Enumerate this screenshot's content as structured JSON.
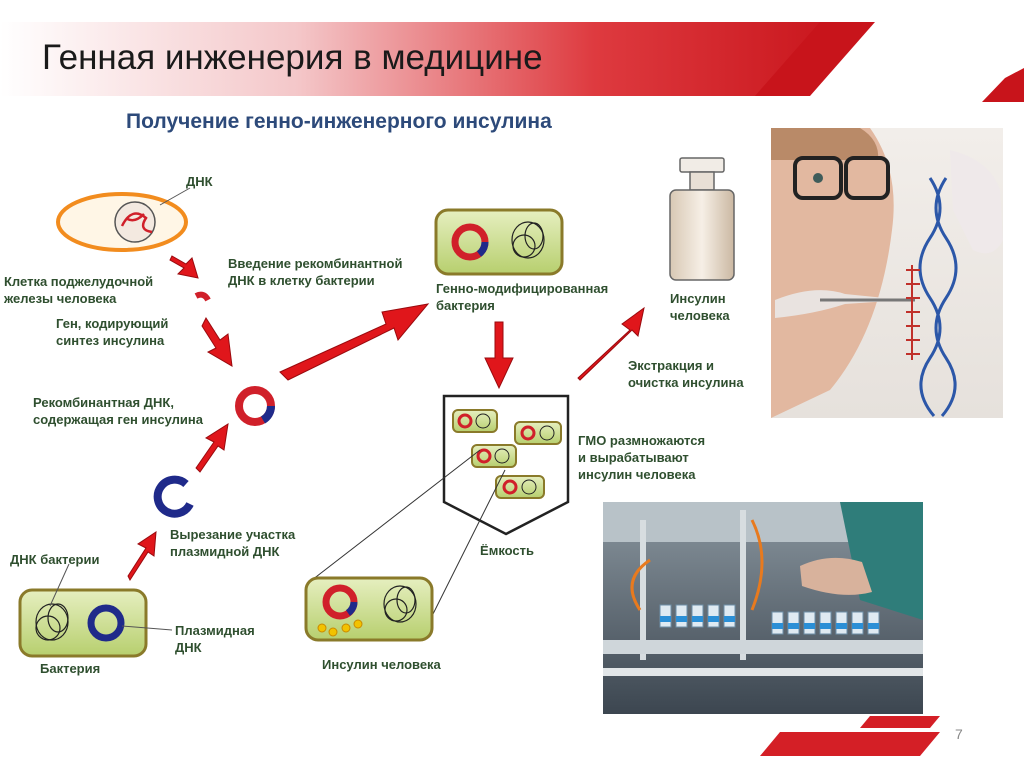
{
  "slide": {
    "title": "Генная инженерия в медицине",
    "subtitle": "Получение генно-инженерного инсулина",
    "page_number": "7"
  },
  "labels": {
    "dna": "ДНК",
    "pancreas_cell_1": "Клетка поджелудочной",
    "pancreas_cell_2": "железы человека",
    "gene_1": "Ген, кодирующий",
    "gene_2": "синтез инсулина",
    "recombinant_1": "Рекомбинантная ДНК,",
    "recombinant_2": "содержащая ген инсулина",
    "introduction_1": "Введение рекомбинантной",
    "introduction_2": "ДНК в клетку бактерии",
    "gm_bacterium_1": "Генно-модифицированная",
    "gm_bacterium_2": "бактерия",
    "human_insulin_1": "Инсулин",
    "human_insulin_2": "человека",
    "extraction_1": "Экстракция и",
    "extraction_2": "очистка инсулина",
    "gmo_1": "ГМО размножаются",
    "gmo_2": "и вырабатывают",
    "gmo_3": "инсулин человека",
    "tank": "Ёмкость",
    "cutting_1": "Вырезание участка",
    "cutting_2": "плазмидной ДНК",
    "bacterial_dna": "ДНК бактерии",
    "bacterium": "Бактерия",
    "plasmid_1": "Плазмидная",
    "plasmid_2": "ДНК",
    "insulin_output": "Инсулин человека"
  },
  "colors": {
    "banner_red": "#d41f26",
    "accent_red": "#e0161b",
    "plasmid_blue": "#1f2a8a",
    "cell_green": "#c9dc8a",
    "cell_border": "#8a7a2a",
    "label_green": "#2f4f2f",
    "subtitle_blue": "#2d4a7a"
  },
  "icons": [
    "arrow-icon",
    "plasmid-ring-icon",
    "bacterium-icon",
    "vial-icon",
    "tank-icon"
  ]
}
